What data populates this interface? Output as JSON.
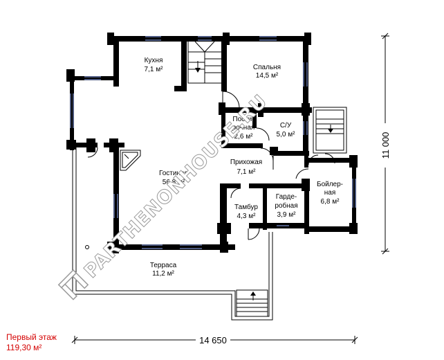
{
  "rooms": {
    "kitchen": {
      "name": "Кухня",
      "area": "7,1 м²"
    },
    "bedroom": {
      "name": "Спальня",
      "area": "14,5 м²"
    },
    "linen_1": {
      "name": "Пости-"
    },
    "linen_2": {
      "name": "рочная"
    },
    "linen_area": {
      "area": "2,6 м²"
    },
    "bath": {
      "name": "С/У",
      "area": "5,0 м²"
    },
    "hall": {
      "name": "Прихожая",
      "area": "7,1 м²"
    },
    "living": {
      "name": "Гостиная",
      "area": "56,8 м²"
    },
    "boiler_1": {
      "name": "Бойлер-"
    },
    "boiler_2": {
      "name": "ная"
    },
    "boiler_area": {
      "area": "6,8 м²"
    },
    "vestibule": {
      "name": "Тамбур",
      "area": "4,3 м²"
    },
    "wardrobe_1": {
      "name": "Гарде-"
    },
    "wardrobe_2": {
      "name": "робная"
    },
    "wardrobe_area": {
      "area": "3,9 м²"
    },
    "terrace": {
      "name": "Терраса",
      "area": "11,2 м²"
    }
  },
  "dimensions": {
    "width": "14 650",
    "height": "11 000"
  },
  "floor": {
    "title": "Первый этаж",
    "area": "119,30  м²"
  },
  "watermark": {
    "text": "PARTHENONHOUSE.RU"
  },
  "colors": {
    "wall": "#000000",
    "window": "#7b8fd0",
    "caption": "#d40000"
  }
}
